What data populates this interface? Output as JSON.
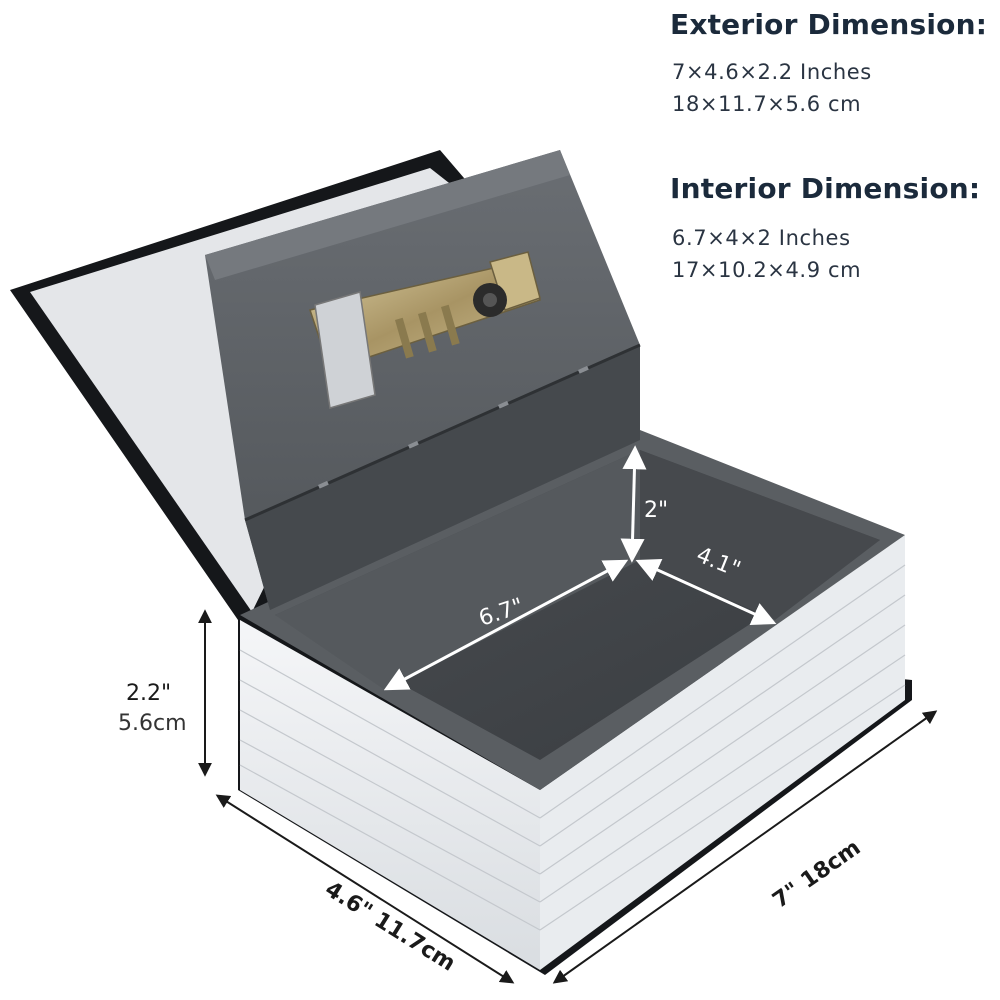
{
  "exterior": {
    "title": "Exterior Dimension:",
    "inches": "7×4.6×2.2 Inches",
    "cm": "18×11.7×5.6 cm"
  },
  "interior": {
    "title": "Interior Dimension:",
    "inches": "6.7×4×2 Inches",
    "cm": "17×10.2×4.9 cm"
  },
  "dimensions": {
    "interior_height": "2\"",
    "interior_depth": "4.1\"",
    "interior_length": "6.7\"",
    "exterior_height_in": "2.2\"",
    "exterior_height_cm": "5.6cm",
    "exterior_width": "4.6\" 11.7cm",
    "exterior_length": "7\" 18cm"
  },
  "colors": {
    "cover": "#15171a",
    "pages": "#e9ecef",
    "metal": "#5f6368",
    "metal_dark": "#3f4346",
    "lock": "#b9a878",
    "text": "#1b2a3b"
  }
}
